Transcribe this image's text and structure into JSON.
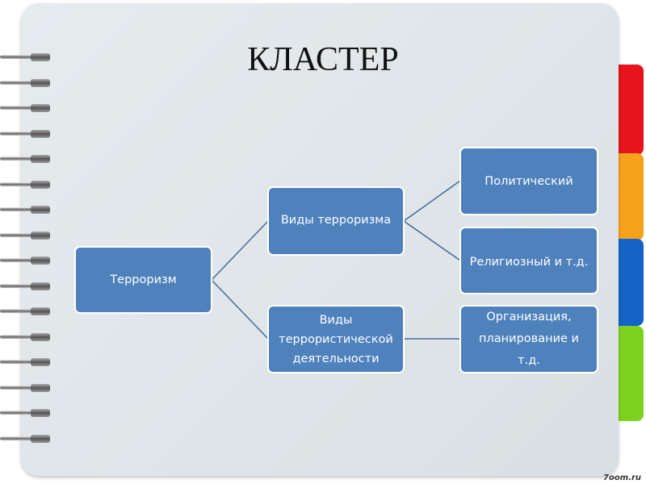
{
  "title": "КЛАСТЕР",
  "nodes": {
    "root": "Терроризм",
    "types": "Виды терроризма",
    "political": "Политический",
    "religious": "Религиозный и т.д.",
    "activity": [
      "Виды",
      "террористической",
      "деятельности"
    ],
    "organization": [
      "Организация,",
      "планирование и",
      "т.д."
    ]
  },
  "credit": "7oom.ru",
  "colors": {
    "box": "#4f81bd",
    "tab_red": "#e8141b",
    "tab_orange": "#f7a21b",
    "tab_blue": "#1464c8",
    "tab_green": "#7dd21e"
  }
}
